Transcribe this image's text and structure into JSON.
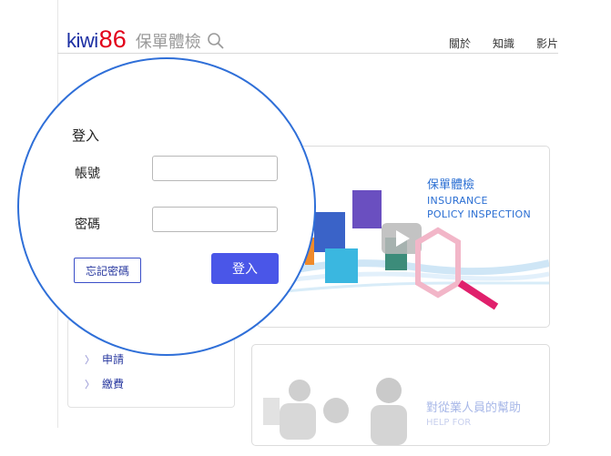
{
  "header": {
    "logo_kiwi": "kiwi",
    "logo_num": "86",
    "site_title": "保單體檢",
    "nav": [
      "關於",
      "知識",
      "影片"
    ]
  },
  "sidebar": {
    "links": [
      {
        "chevron": "〉",
        "label": "申請"
      },
      {
        "chevron": "〉",
        "label": "繳費"
      }
    ]
  },
  "card1": {
    "title": "保單體檢",
    "subtitle_line1": "INSURANCE",
    "subtitle_line2": "POLICY INSPECTION",
    "icons": [
      "document-icon",
      "play-video-icon",
      "magnifier-icon"
    ]
  },
  "card2": {
    "title": "對從業人員的幫助",
    "subtitle": "HELP FOR"
  },
  "login": {
    "title": "登入",
    "account_label": "帳號",
    "account_value": "",
    "password_label": "密碼",
    "password_value": "",
    "forgot_label": "忘記密碼",
    "submit_label": "登入"
  },
  "colors": {
    "brand_blue": "#1c2fa3",
    "brand_red": "#e2001a",
    "button_blue": "#4a56e8",
    "highlight_circle": "#2f6fd8",
    "link_blue": "#2b6fd3"
  }
}
